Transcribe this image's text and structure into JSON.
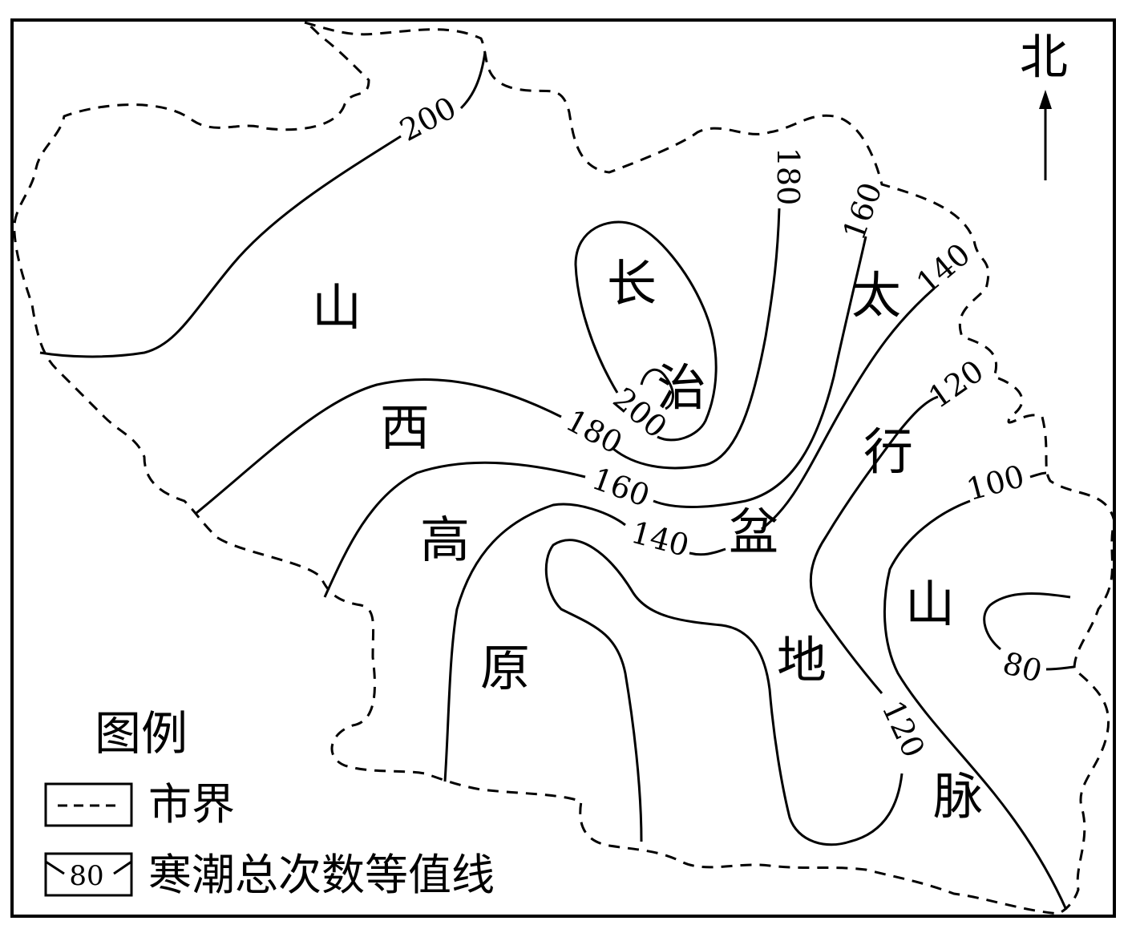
{
  "north": {
    "label": "北"
  },
  "region_labels": {
    "shanxi_plateau": [
      "山",
      "西",
      "高",
      "原"
    ],
    "changzhi_basin": [
      "长",
      "治",
      "盆",
      "地"
    ],
    "taihang_mountains": [
      "太",
      "行",
      "山",
      "脉"
    ]
  },
  "contour_labels": {
    "c200_north": "200",
    "c200_changzhi": "200",
    "c180_west": "180",
    "c180_east": "180",
    "c160_west": "160",
    "c160_east": "160",
    "c140_west": "140",
    "c140_east": "140",
    "c120_north": "120",
    "c120_south": "120",
    "c100": "100",
    "c80": "80"
  },
  "legend": {
    "title": "图例",
    "items": [
      {
        "label": "市界",
        "symbol": "dashed-boundary"
      },
      {
        "label": "寒潮总次数等值线",
        "symbol": "isoline",
        "sample_value": "80"
      }
    ]
  },
  "colors": {
    "ink": "#000000",
    "background": "#ffffff"
  }
}
